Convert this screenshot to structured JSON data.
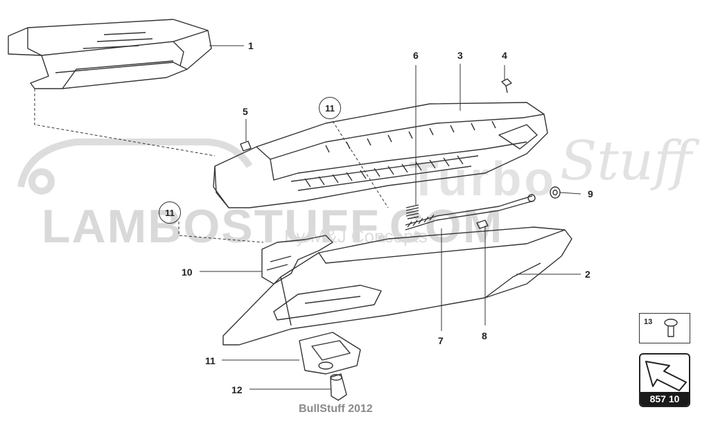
{
  "watermark": {
    "main": "LAMBOSTUFF.COM",
    "sub": "By M&J Concepts",
    "turbo": "Turbo",
    "script": "Stuff"
  },
  "callouts": [
    "1",
    "2",
    "3",
    "4",
    "5",
    "6",
    "7",
    "8",
    "9",
    "10",
    "11",
    "12"
  ],
  "circled_callouts": [
    "11",
    "11"
  ],
  "part_13_label": "13",
  "reference_code": "857 10",
  "footer": "BullStuff 2012",
  "colors": {
    "line": "#333333",
    "watermark": "#d9d9d9",
    "footer": "#8a8a8a",
    "ref_bar": "#1a1a1a"
  }
}
